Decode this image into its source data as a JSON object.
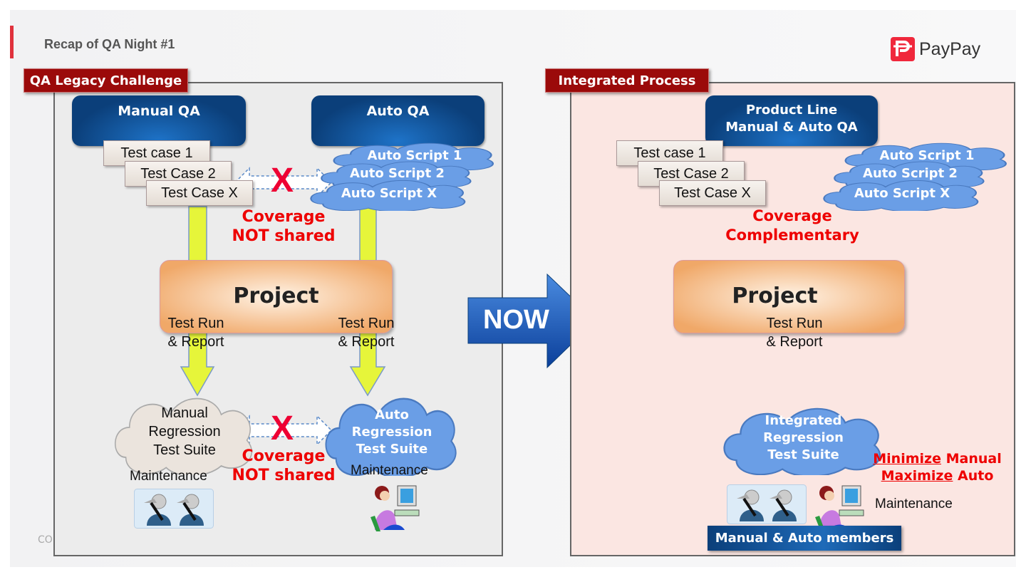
{
  "header": {
    "title": "Recap of QA Night #1",
    "logo_text": "PayPay",
    "footer_partial": "CO"
  },
  "left": {
    "tag": "QA Legacy Challenge",
    "manual_qa": "Manual QA",
    "auto_qa": "Auto QA",
    "test_cases": [
      "Test case 1",
      "Test Case 2",
      "Test Case X"
    ],
    "auto_scripts": [
      "Auto Script 1",
      "Auto Script 2",
      "Auto Script X"
    ],
    "x_mark": "X",
    "coverage_top": [
      "Coverage",
      "NOT shared"
    ],
    "project": "Project",
    "test_run_left": [
      "Test Run",
      "& Report"
    ],
    "test_run_right": [
      "Test Run",
      "& Report"
    ],
    "manual_suite": [
      "Manual",
      "Regression",
      "Test Suite"
    ],
    "auto_suite": [
      "Auto",
      "Regression",
      "Test Suite"
    ],
    "coverage_bottom": [
      "Coverage",
      "NOT shared"
    ],
    "maintenance_left": "Maintenance",
    "maintenance_right": "Maintenance"
  },
  "now_arrow": "NOW",
  "right": {
    "tag": "Integrated Process",
    "product_line": [
      "Product Line",
      "Manual & Auto QA"
    ],
    "test_cases": [
      "Test case 1",
      "Test Case 2",
      "Test Case X"
    ],
    "auto_scripts": [
      "Auto Script 1",
      "Auto Script 2",
      "Auto Script X"
    ],
    "coverage": [
      "Coverage",
      "Complementary"
    ],
    "project": "Project",
    "test_run": [
      "Test Run",
      "& Report"
    ],
    "integrated_suite": [
      "Integrated",
      "Regression",
      "Test Suite"
    ],
    "minimize": "Minimize",
    "manual": " Manual",
    "maximize": "Maximize",
    "auto": " Auto",
    "maintenance": "Maintenance",
    "members": "Manual & Auto members"
  },
  "colors": {
    "tag_red": "#9b0a0a",
    "qa_blue": "#0b3f7a",
    "cloud_blue": "#6a9ee6",
    "warn_red": "#ee0000",
    "arrow_yellow": "#e6f53a",
    "arrow_green": "#2e7d1e",
    "right_panel_bg": "#fbe6e2",
    "brand_red": "#e0323c"
  }
}
